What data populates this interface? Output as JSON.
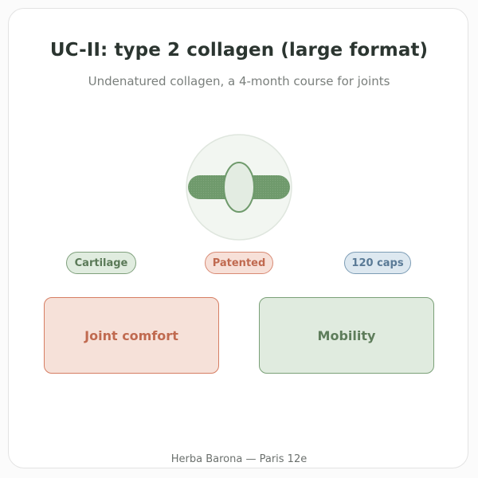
{
  "header": {
    "title": "UC-II: type 2 collagen (large format)",
    "subtitle": "Undenatured collagen, a 4-month course for joints"
  },
  "icon": {
    "name": "capsule-icon",
    "colors": {
      "circle_fill": "#f2f6f1",
      "circle_stroke": "#dfe6de",
      "capsule": "#6f9a6c",
      "oval_fill": "#e3ece2",
      "oval_stroke": "#6f9a6c"
    }
  },
  "tags": [
    {
      "label": "Cartilage"
    },
    {
      "label": "Patented"
    },
    {
      "label": "120 caps"
    }
  ],
  "benefits": [
    {
      "label": "Joint comfort"
    },
    {
      "label": "Mobility"
    }
  ],
  "footer": {
    "text": "Herba Barona — Paris 12e"
  },
  "colors": {
    "green": "#6f9a6c",
    "salmon": "#d67e63",
    "blue": "#7c9cb5",
    "title": "#2b3530"
  }
}
